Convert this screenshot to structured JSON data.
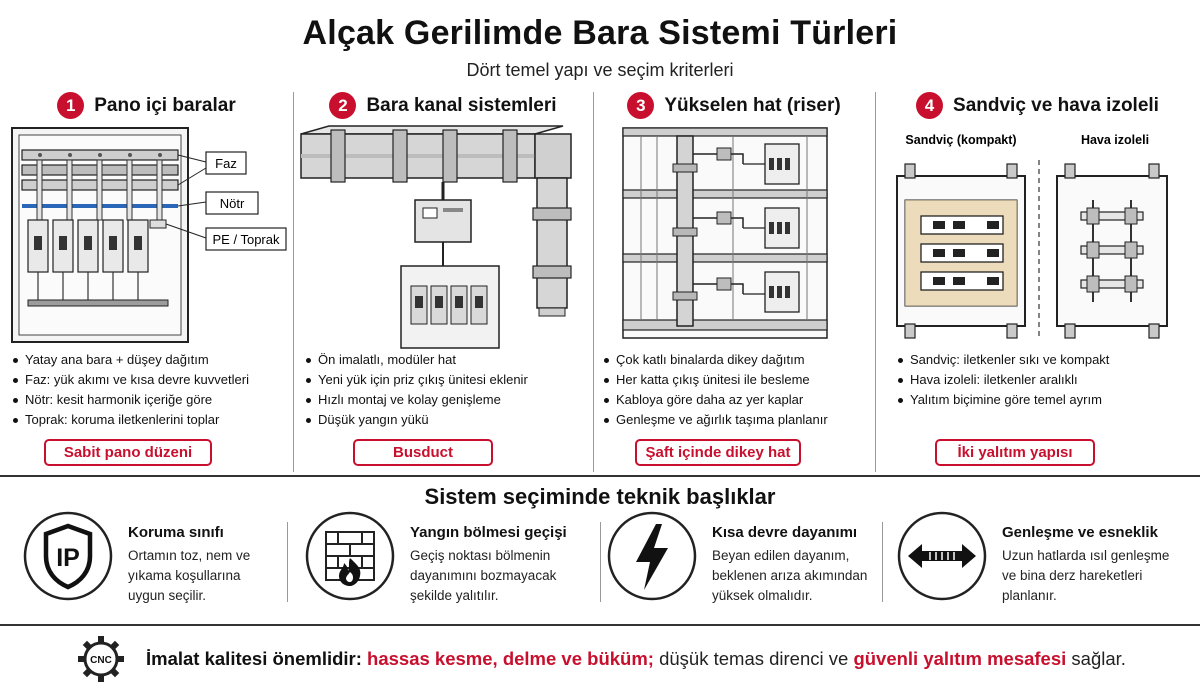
{
  "header": {
    "title": "Alçak Gerilimde Bara Sistemi Türleri",
    "subtitle": "Dört temel yapı ve seçim kriterleri"
  },
  "colors": {
    "accent_red": "#c8102e",
    "ink": "#111111",
    "neutral": "#9a9a9a",
    "bus_blue": "#2a67b8"
  },
  "types": [
    {
      "number": "1",
      "title": "Pano içi baralar",
      "callouts": [
        "Faz",
        "Nötr",
        "PE / Toprak"
      ],
      "bullets": [
        "Yatay ana bara + düşey dağıtım",
        "Faz: yük akımı ve kısa devre kuvvetleri",
        "Nötr: kesit harmonik içeriğe göre",
        "Toprak: koruma iletkenlerini toplar"
      ],
      "tag": "Sabit pano düzeni"
    },
    {
      "number": "2",
      "title": "Bara kanal sistemleri",
      "bullets": [
        "Ön imalatlı, modüler hat",
        "Yeni yük için priz çıkış ünitesi eklenir",
        "Hızlı montaj ve kolay genişleme",
        "Düşük yangın yükü"
      ],
      "tag": "Busduct"
    },
    {
      "number": "3",
      "title": "Yükselen hat (riser)",
      "bullets": [
        "Çok katlı binalarda dikey dağıtım",
        "Her katta çıkış ünitesi ile besleme",
        "Kabloya göre daha az yer kaplar",
        "Genleşme ve ağırlık taşıma planlanır"
      ],
      "tag": "Şaft içinde dikey hat"
    },
    {
      "number": "4",
      "title": "Sandviç ve hava izoleli",
      "sublabels": [
        "Sandviç (kompakt)",
        "Hava izoleli"
      ],
      "bullets": [
        "Sandviç: iletkenler sıkı ve kompakt",
        "Hava izoleli: iletkenler aralıklı",
        "Yalıtım biçimine göre temel ayrım"
      ],
      "tag": "İki yalıtım yapısı"
    }
  ],
  "selection": {
    "title": "Sistem seçiminde teknik başlıklar",
    "items": [
      {
        "icon": "ip-shield-icon",
        "icon_text": "IP",
        "title": "Koruma sınıfı",
        "lines": [
          "Ortamın toz, nem ve",
          "yıkama koşullarına",
          "uygun seçilir."
        ]
      },
      {
        "icon": "firewall-icon",
        "title": "Yangın bölmesi geçişi",
        "lines": [
          "Geçiş noktası bölmenin",
          "dayanımını bozmayacak",
          "şekilde yalıtılır."
        ]
      },
      {
        "icon": "lightning-icon",
        "title": "Kısa devre dayanımı",
        "lines": [
          "Beyan edilen dayanım,",
          "beklenen arıza akımından",
          "yüksek olmalıdır."
        ]
      },
      {
        "icon": "expansion-arrow-icon",
        "title": "Genleşme ve esneklik",
        "lines": [
          "Uzun hatlarda ısıl genleşme",
          "ve bina derz hareketleri",
          "planlanır."
        ]
      }
    ]
  },
  "footer": {
    "badge": "CNC",
    "lead": "İmalat kalitesi önemlidir:",
    "highlight1": "hassas kesme, delme ve büküm;",
    "middle": "düşük temas direnci ve",
    "highlight2": "güvenli yalıtım mesafesi",
    "end": "sağlar."
  }
}
